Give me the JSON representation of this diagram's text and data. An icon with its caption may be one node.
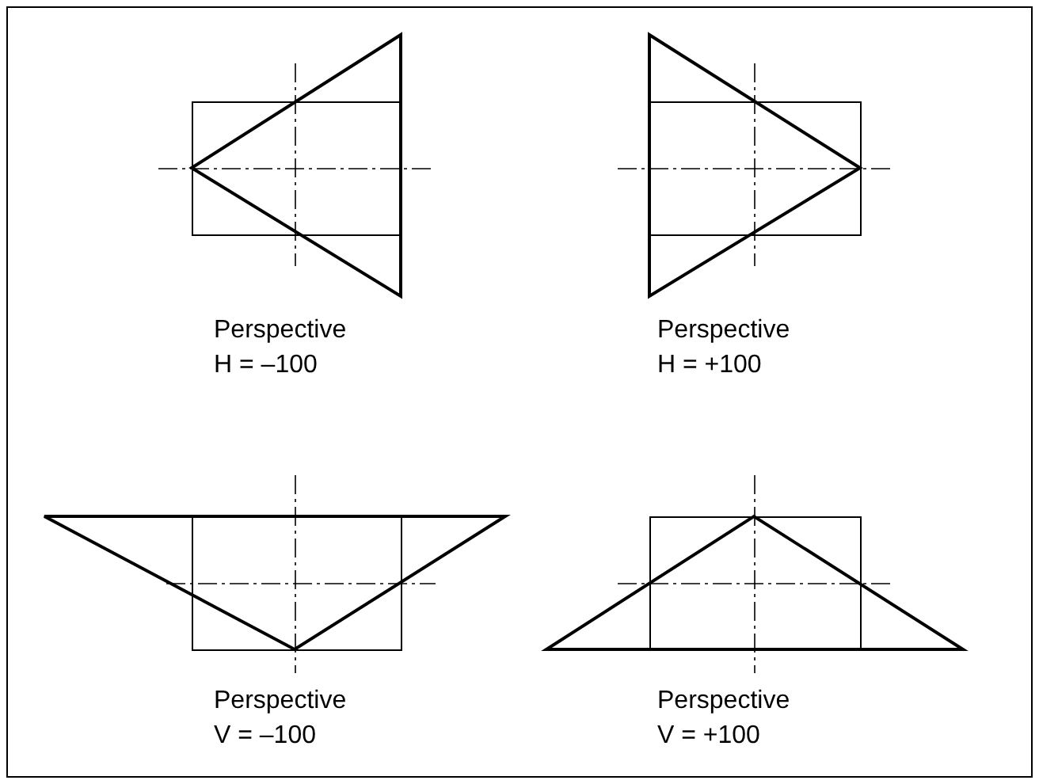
{
  "diagram": {
    "labels": [
      "Perspective H = –100",
      "Perspective H = +100",
      "Perspective V = –100",
      "Perspective V = +100"
    ]
  }
}
